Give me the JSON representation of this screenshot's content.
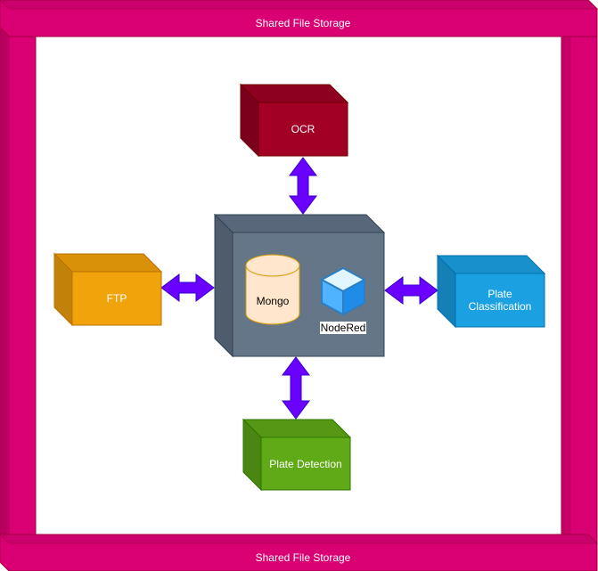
{
  "storage": {
    "top_label": "Shared File Storage",
    "bottom_label": "Shared File Storage",
    "color": "#d80073"
  },
  "nodes": {
    "ocr": {
      "label": "OCR",
      "color": "#a20025"
    },
    "ftp": {
      "label": "FTP",
      "color": "#f0a30a"
    },
    "hub": {
      "color": "#647687"
    },
    "mongo": {
      "label": "Mongo",
      "color": "#ffe6cc"
    },
    "nodered": {
      "label": "NodeRed",
      "icon": "cube-icon"
    },
    "plate_classification": {
      "label": "Plate\nClassification",
      "color": "#1ba1e2"
    },
    "plate_detection": {
      "label": "Plate Detection",
      "color": "#60a917"
    }
  },
  "arrow_color": "#6a00ff"
}
